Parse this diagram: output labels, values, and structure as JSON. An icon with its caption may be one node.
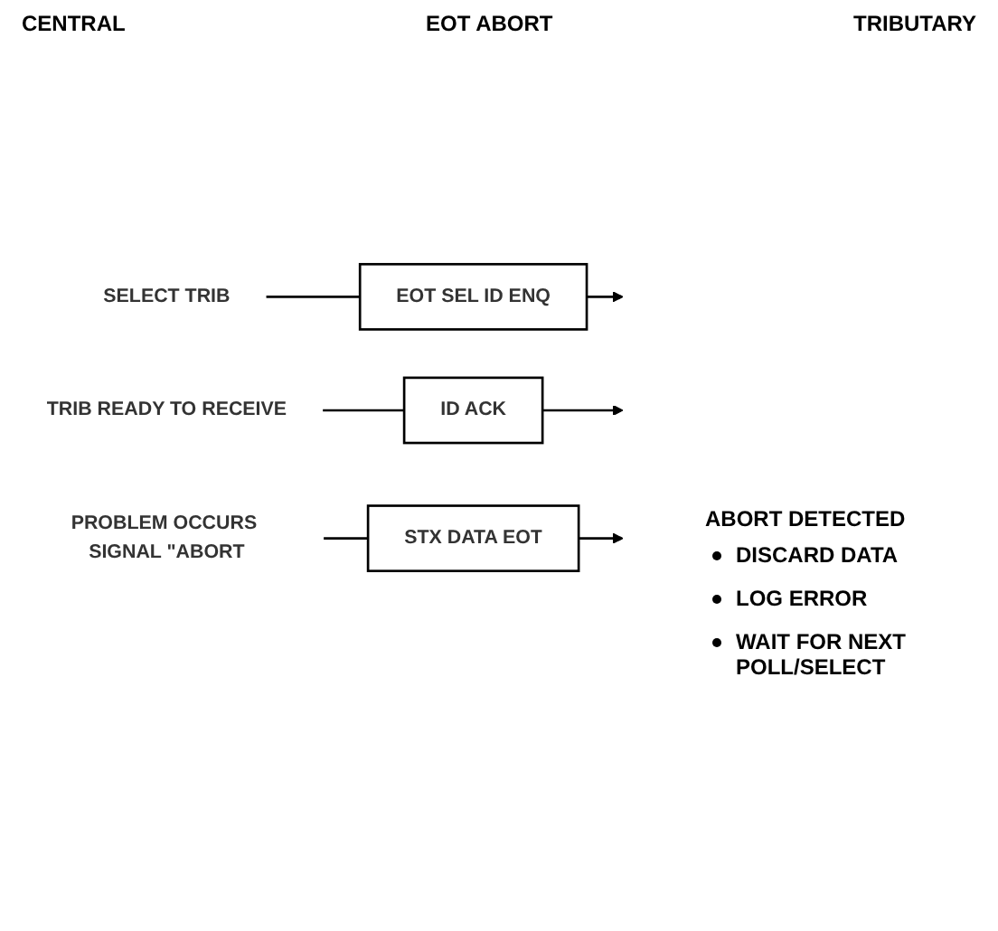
{
  "diagram": {
    "title": "EOT ABORT",
    "nodes": [
      {
        "text": [
          "SELECT TRIB"
        ]
      },
      {
        "text": [
          "EOT SEL ID ENQ"
        ]
      },
      {
        "text": [
          "TRIB READY TO RECEIVE"
        ]
      },
      {
        "text": [
          "ID ACK"
        ]
      },
      {
        "text": [
          "PROBLEM OCCURS SIGNAL \"ABORT"
        ]
      },
      {
        "text": [
          "STX DATA EOT"
        ]
      }
    ],
    "edges": [
      {
        "from": 0,
        "to": 1,
        "arrow": "none"
      },
      {
        "from": 1,
        "to": null,
        "arrow": "to"
      },
      {
        "from": 2,
        "to": 3,
        "arrow": "none"
      },
      {
        "from": 3,
        "to": null,
        "arrow": "to"
      },
      {
        "from": 4,
        "to": 5,
        "arrow": "none"
      },
      {
        "from": 5,
        "to": null,
        "arrow": "to"
      }
    ],
    "labels": [
      "CENTRAL",
      "TRIBUTARY",
      "ABORT DETECTED",
      "DISCARD DATA",
      "LOG ERROR",
      "WAIT FOR NEXT POLL/SELECT"
    ]
  }
}
